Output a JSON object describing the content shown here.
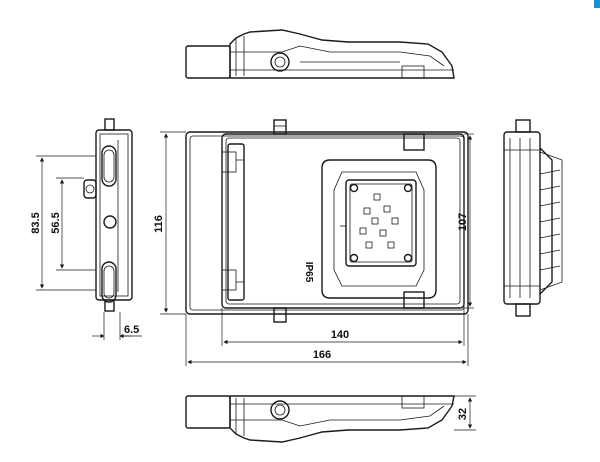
{
  "dimensions": {
    "overall_width": "166",
    "inner_width": "140",
    "overall_height": "116",
    "inner_height": "107",
    "side_span_outer": "83.5",
    "side_span_inner": "56.5",
    "side_offset": "6.5",
    "depth": "32"
  },
  "marking": {
    "ip_rating": "IP65"
  },
  "colors": {
    "line": "#1a1a1a",
    "accent": "#1a8fd6"
  }
}
